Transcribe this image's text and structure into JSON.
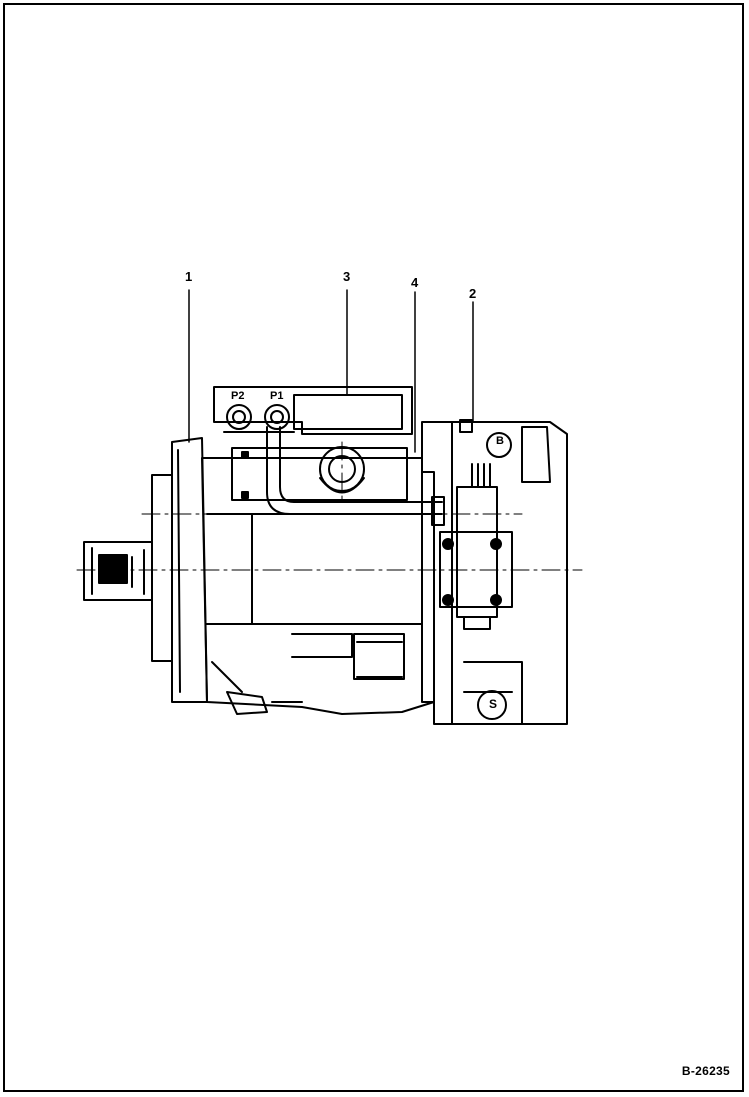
{
  "figure": {
    "id": "B-26235",
    "callouts": [
      "1",
      "2",
      "3",
      "4"
    ],
    "port_labels": [
      "P2",
      "P1",
      "B",
      "S"
    ]
  },
  "colors": {
    "line": "#000000",
    "background": "#ffffff"
  },
  "icons": [
    "hydraulic-pump-drawing"
  ]
}
